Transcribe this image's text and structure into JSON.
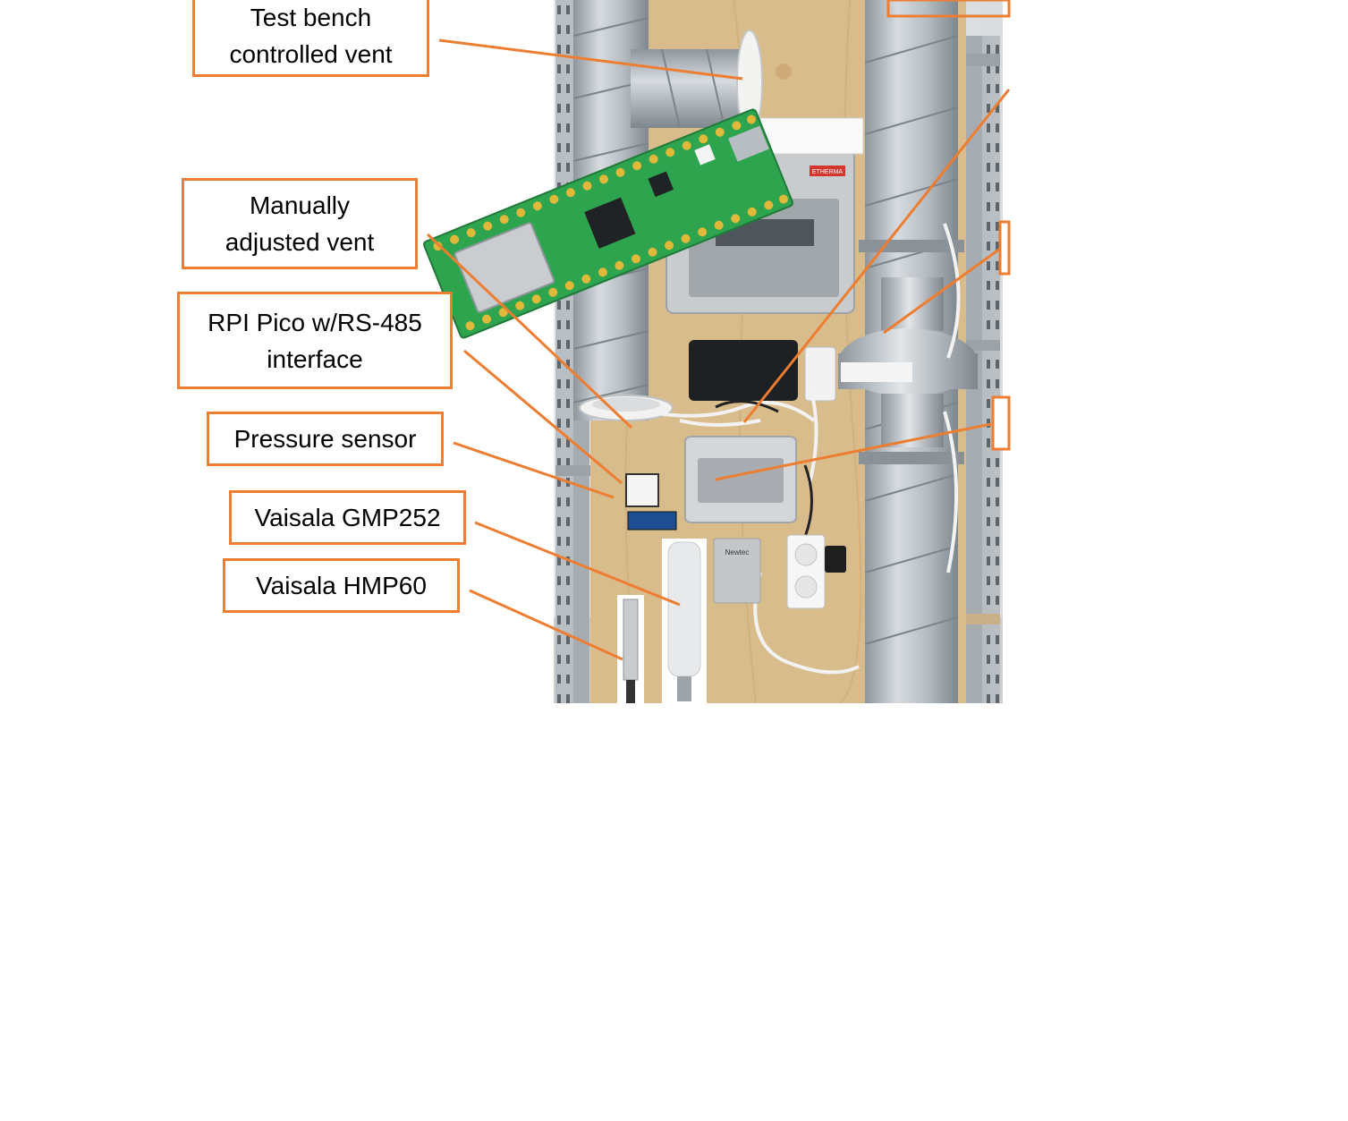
{
  "colors": {
    "callout_border": "#ED7D31",
    "callout_line": "#ED7D31",
    "board_green": "#2EA44F",
    "plywood": "#D9BC8C",
    "duct_metal": "#A9B1B8",
    "enclosure_grey": "#C9CCCF"
  },
  "labels": {
    "test_bench_vent": {
      "line1": "Test bench",
      "line2": "controlled vent"
    },
    "manual_vent": {
      "line1": "Manually",
      "line2": "adjusted vent"
    },
    "rpi_pico": {
      "line1": "RPI Pico w/RS-485",
      "line2": "interface"
    },
    "pressure_sensor": {
      "line1": "Pressure sensor"
    },
    "gmp252": {
      "line1": "Vaisala GMP252"
    },
    "hmp60": {
      "line1": "Vaisala HMP60"
    }
  },
  "photo": {
    "enclosure_brand": "ETHERMA",
    "sensor_brand": "Newtec"
  }
}
